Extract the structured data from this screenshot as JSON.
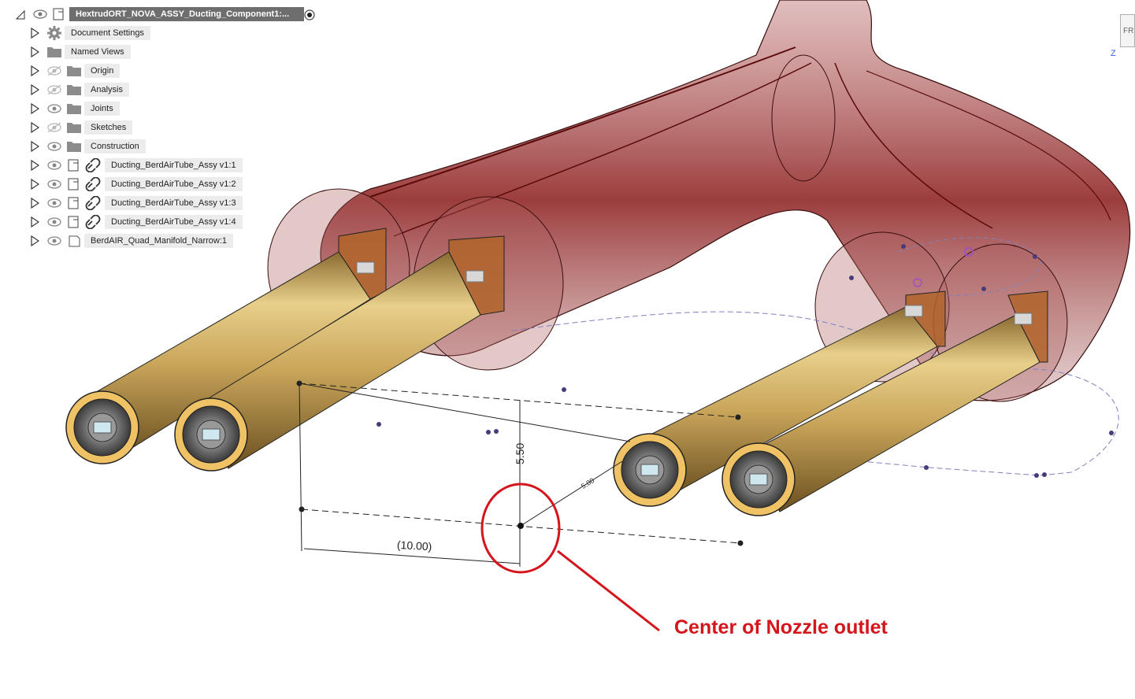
{
  "browser": {
    "root": {
      "label": "HextrudORT_NOVA_ASSY_Ducting_Component1:..."
    },
    "items": [
      {
        "label": "Document Settings",
        "icon": "gear-icon",
        "eye": "none"
      },
      {
        "label": "Named Views",
        "icon": "folder-icon",
        "eye": "none"
      },
      {
        "label": "Origin",
        "icon": "folder-icon",
        "eye": "hidden"
      },
      {
        "label": "Analysis",
        "icon": "folder-icon",
        "eye": "hidden"
      },
      {
        "label": "Joints",
        "icon": "folder-icon",
        "eye": "visible"
      },
      {
        "label": "Sketches",
        "icon": "folder-icon",
        "eye": "hidden"
      },
      {
        "label": "Construction",
        "icon": "folder-icon",
        "eye": "visible"
      },
      {
        "label": "Ducting_BerdAirTube_Assy v1:1",
        "icon": "linked-component-icon",
        "eye": "visible"
      },
      {
        "label": "Ducting_BerdAirTube_Assy v1:2",
        "icon": "linked-component-icon",
        "eye": "visible"
      },
      {
        "label": "Ducting_BerdAirTube_Assy v1:3",
        "icon": "linked-component-icon",
        "eye": "visible"
      },
      {
        "label": "Ducting_BerdAirTube_Assy v1:4",
        "icon": "linked-component-icon",
        "eye": "visible"
      },
      {
        "label": "BerdAIR_Quad_Manifold_Narrow:1",
        "icon": "body-icon",
        "eye": "visible"
      }
    ]
  },
  "viewport": {
    "dimension_vertical": "5.50",
    "dimension_horizontal": "(10.00)",
    "dimension_diagonal": "5.00"
  },
  "viewcube": {
    "label": "FR",
    "axis": "Z"
  },
  "annotation": {
    "text": "Center of Nozzle outlet",
    "color": "#d4151b"
  },
  "colors": {
    "duct": "#8b1a1a",
    "tube": "#d9b565",
    "sketch": "#8080c0",
    "highlight": "#d4151b"
  }
}
